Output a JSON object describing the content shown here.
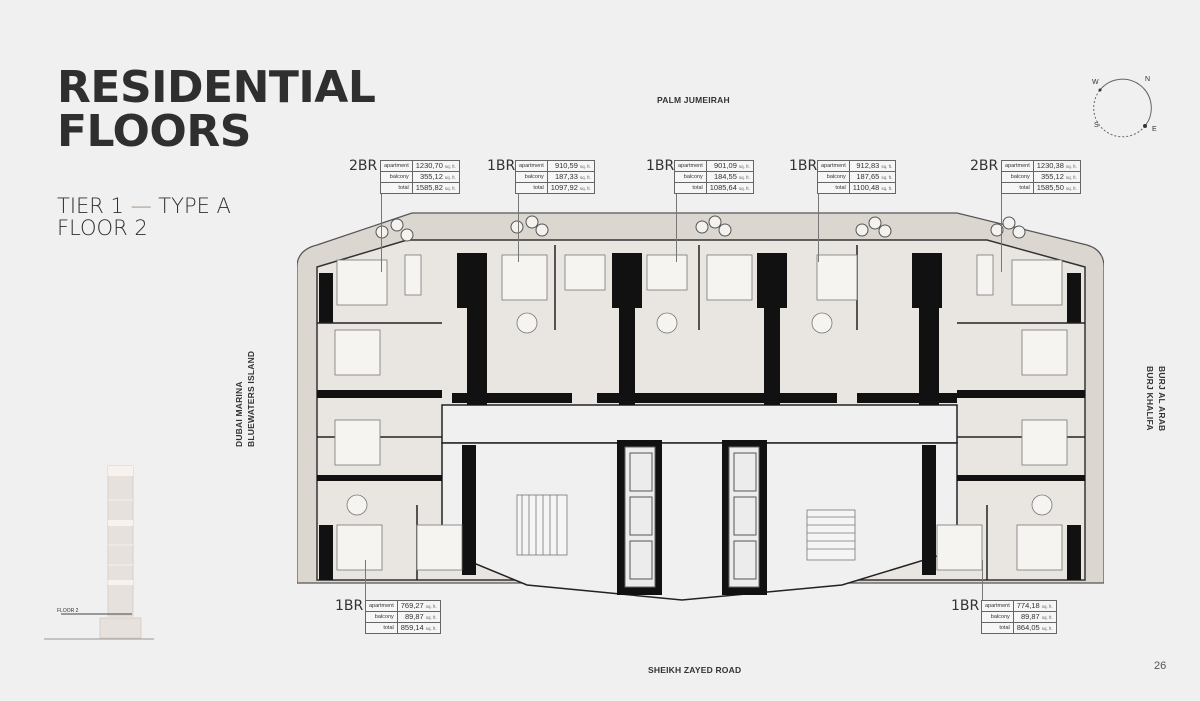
{
  "page": {
    "title_line1": "RESIDENTIAL",
    "title_line2": "FLOORS",
    "tier": "TIER 1",
    "dash": "—",
    "type": "TYPE A",
    "floor": "FLOOR 2",
    "page_number": "26"
  },
  "directions": {
    "north": "PALM JUMEIRAH",
    "south": "SHEIKH ZAYED ROAD",
    "west_line1": "DUBAI MARINA",
    "west_line2": "BLUEWATERS ISLAND",
    "east_line1": "BURJ AL ARAB",
    "east_line2": "BURJ KHALIFA"
  },
  "compass": {
    "w": "W",
    "n": "N",
    "s": "S",
    "e": "E"
  },
  "tower_diagram": {
    "floor_label": "FLOOR 2"
  },
  "labels": {
    "apartment": "apartment",
    "balcony": "balcony",
    "total": "total",
    "unit": "sq. ft."
  },
  "units": [
    {
      "type": "2BR",
      "apartment": "1230,70",
      "balcony": "355,12",
      "total": "1585,82"
    },
    {
      "type": "1BR",
      "apartment": "910,59",
      "balcony": "187,33",
      "total": "1097,92"
    },
    {
      "type": "1BR",
      "apartment": "901,09",
      "balcony": "184,55",
      "total": "1085,64"
    },
    {
      "type": "1BR",
      "apartment": "912,83",
      "balcony": "187,65",
      "total": "1100,48"
    },
    {
      "type": "2BR",
      "apartment": "1230,38",
      "balcony": "355,12",
      "total": "1585,50"
    },
    {
      "type": "1BR",
      "apartment": "769,27",
      "balcony": "89,87",
      "total": "859,14"
    },
    {
      "type": "1BR",
      "apartment": "774,18",
      "balcony": "89,87",
      "total": "864,05"
    }
  ],
  "colors": {
    "background": "#f0f0f0",
    "terrace": "#dcd6d1",
    "interior": "#e6e3df",
    "wall": "#111111",
    "accent_dash": "#9a857a"
  }
}
